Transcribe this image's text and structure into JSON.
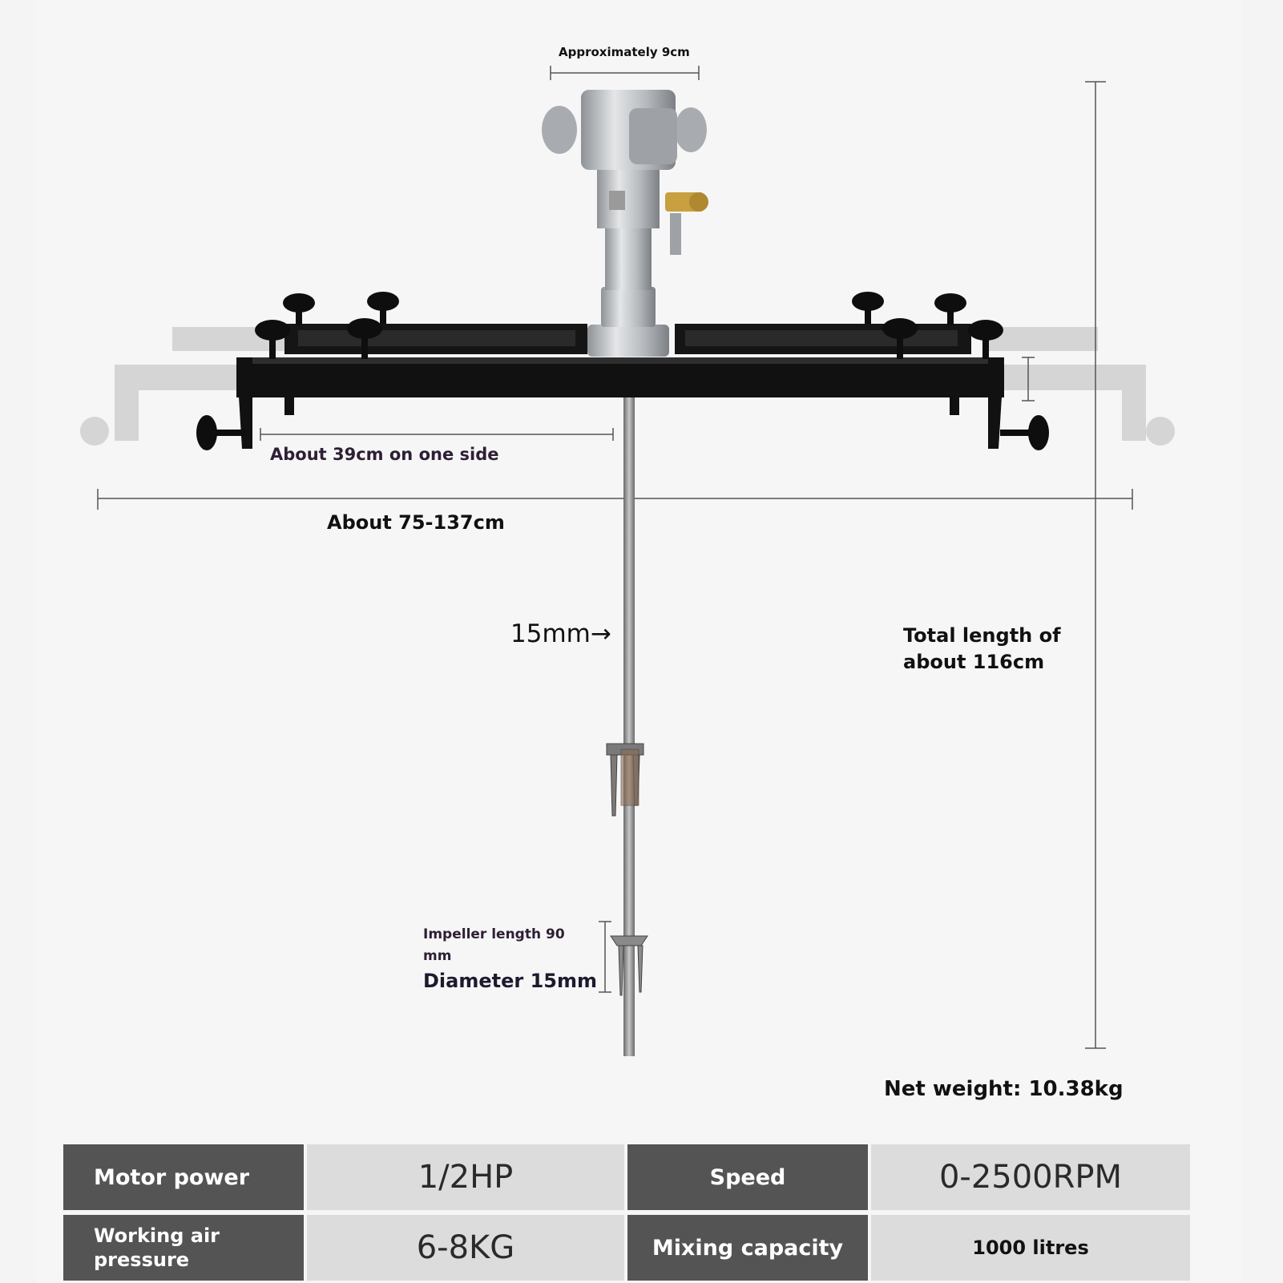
{
  "dimensions": {
    "top_width": "Approximately 9cm",
    "one_side": "About 39cm on one side",
    "span": "About 75-137cm",
    "shaft": "15mm→",
    "total_length": "Total length of about 116cm",
    "impeller_length": "Impeller length 90 mm",
    "diameter": "Diameter 15mm",
    "net_weight": "Net weight: 10.38kg"
  },
  "specs": {
    "motor_power_label": "Motor power",
    "motor_power_value": "1/2HP",
    "speed_label": "Speed",
    "speed_value": "0-2500RPM",
    "air_pressure_label": "Working air pressure",
    "air_pressure_value": "6-8KG",
    "capacity_label": "Mixing capacity",
    "capacity_value": "1000 litres"
  },
  "colors": {
    "frame": "#111111",
    "motor": "#b8bcc0",
    "brass": "#c8a040",
    "table_header": "#545454",
    "table_value": "#dcdcdc"
  }
}
